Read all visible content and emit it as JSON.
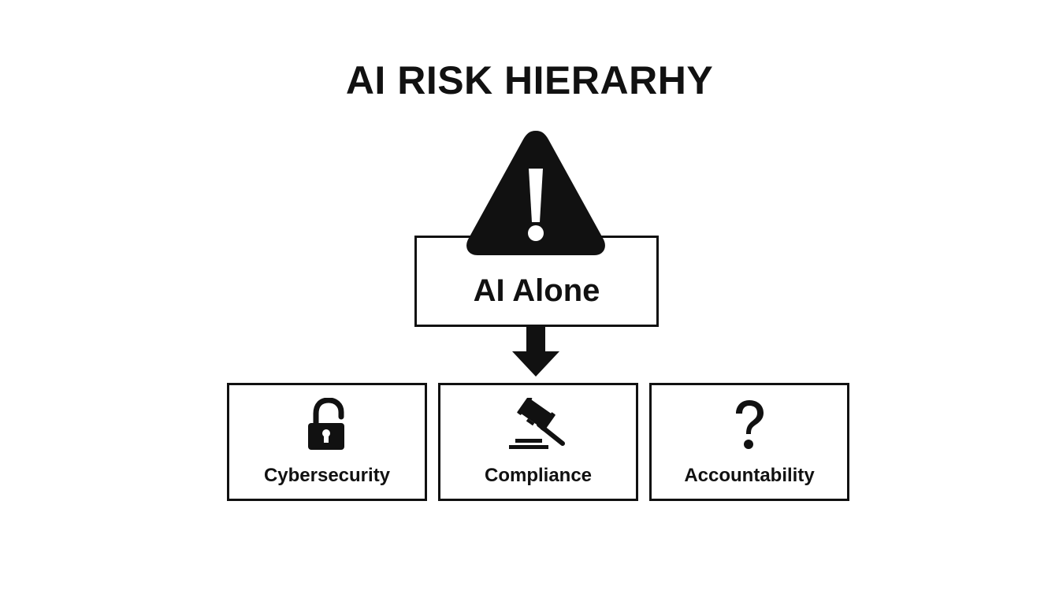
{
  "title": "AI RISK HIERARHY",
  "top_node": {
    "label": "AI Alone",
    "icon": "warning-triangle-icon"
  },
  "connector": {
    "icon": "arrow-down-icon"
  },
  "children": [
    {
      "label": "Cybersecurity",
      "icon": "unlocked-padlock-icon"
    },
    {
      "label": "Compliance",
      "icon": "gavel-icon"
    },
    {
      "label": "Accountability",
      "icon": "question-mark-icon"
    }
  ],
  "colors": {
    "ink": "#111111",
    "background": "#ffffff"
  }
}
